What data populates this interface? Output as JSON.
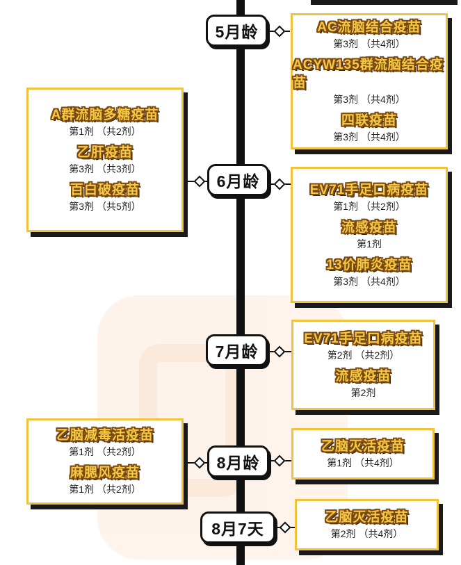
{
  "colors": {
    "card_border": "#f2c23a",
    "vaccine_name_fill": "#f7c943",
    "vaccine_name_outline": "#7a4a12",
    "timeline": "#111111"
  },
  "milestones": [
    {
      "label": "5月龄",
      "right": [
        {
          "name": "AC流脑结合疫苗",
          "dose": "第3剂 （共4剂）"
        },
        {
          "name": "ACYW135群流脑结合疫苗",
          "dose": "第3剂 （共4剂）"
        },
        {
          "name": "四联疫苗",
          "dose": "第3剂 （共4剂）"
        }
      ]
    },
    {
      "label": "6月龄",
      "left": [
        {
          "name": "A群流脑多糖疫苗",
          "dose": "第1剂 （共2剂）"
        },
        {
          "name": "乙肝疫苗",
          "dose": "第3剂 （共3剂）"
        },
        {
          "name": "百白破疫苗",
          "dose": "第3剂 （共5剂）"
        }
      ],
      "right": [
        {
          "name": "EV71手足口病疫苗",
          "dose": "第1剂 （共2剂）"
        },
        {
          "name": "流感疫苗",
          "dose": "第1剂"
        },
        {
          "name": "13价肺炎疫苗",
          "dose": "第3剂 （共4剂）"
        }
      ]
    },
    {
      "label": "7月龄",
      "right": [
        {
          "name": "EV71手足口病疫苗",
          "dose": "第2剂 （共2剂）"
        },
        {
          "name": "流感疫苗",
          "dose": "第2剂"
        }
      ]
    },
    {
      "label": "8月龄",
      "left": [
        {
          "name": "乙脑减毒活疫苗",
          "dose": "第1剂 （共2剂）"
        },
        {
          "name": "麻腮风疫苗",
          "dose": "第1剂 （共2剂）"
        }
      ],
      "right": [
        {
          "name": "乙脑灭活疫苗",
          "dose": "第1剂 （共4剂）"
        }
      ]
    },
    {
      "label": "8月7天",
      "right": [
        {
          "name": "乙脑灭活疫苗",
          "dose": "第2剂 （共4剂）"
        }
      ]
    }
  ]
}
